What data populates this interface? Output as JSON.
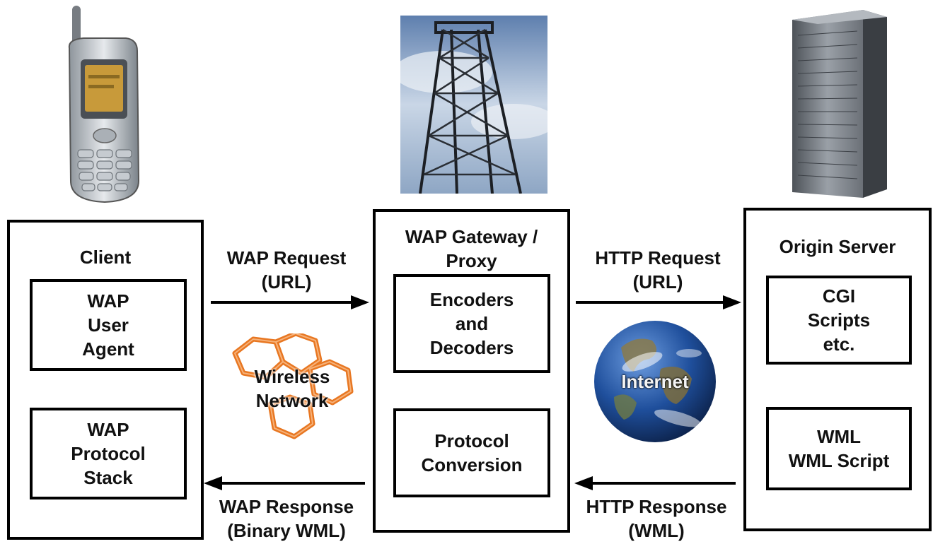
{
  "client": {
    "title": "Client",
    "user_agent": [
      "WAP",
      "User",
      "Agent"
    ],
    "protocol_stack": [
      "WAP",
      "Protocol",
      "Stack"
    ]
  },
  "gateway": {
    "title": [
      "WAP Gateway /",
      "Proxy"
    ],
    "encoders": [
      "Encoders",
      "and",
      "Decoders"
    ],
    "conversion": [
      "Protocol",
      "Conversion"
    ]
  },
  "server": {
    "title": "Origin Server",
    "cgi": [
      "CGI",
      "Scripts",
      "etc."
    ],
    "wml": [
      "WML",
      "WML Script"
    ]
  },
  "wap_request": [
    "WAP Request",
    "(URL)"
  ],
  "wap_response": [
    "WAP Response",
    "(Binary WML)"
  ],
  "http_request": [
    "HTTP Request",
    "(URL)"
  ],
  "http_response": [
    "HTTP Response",
    "(WML)"
  ],
  "wireless_network": [
    "Wireless",
    "Network"
  ],
  "internet": "Internet",
  "colors": {
    "network_hex": "#e87722",
    "earth_ocean": "#1f4f9c",
    "sky": "#9fb8d6"
  },
  "icons": [
    "mobile-phone-icon",
    "transmission-tower-icon",
    "server-tower-icon",
    "earth-globe-icon",
    "hexagon-network-icon"
  ]
}
